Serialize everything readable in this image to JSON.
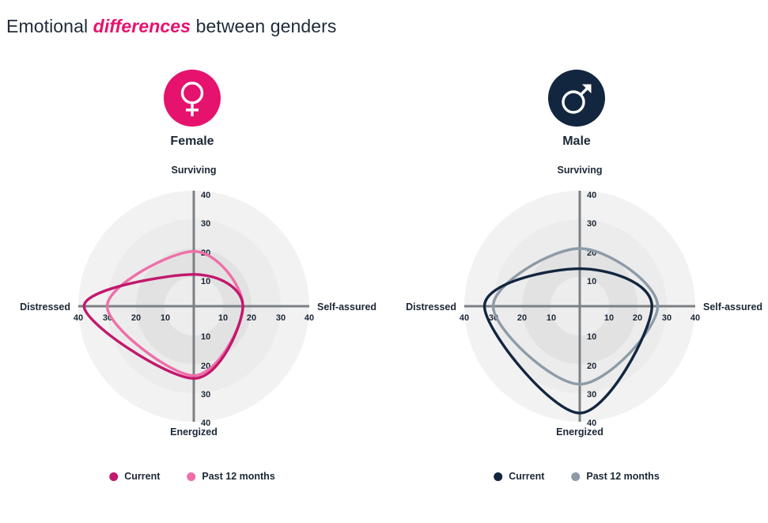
{
  "title": {
    "before": "Emotional ",
    "accent": "differences",
    "after": " between genders",
    "accent_color": "#E5136E"
  },
  "panels": [
    {
      "key": "female",
      "gender_label": "Female",
      "badge_icon": "venus-icon",
      "badge_color": "#E5136E",
      "legend": [
        {
          "label": "Current",
          "color": "#C2186D"
        },
        {
          "label": "Past 12 months",
          "color": "#EE6FA8"
        }
      ]
    },
    {
      "key": "male",
      "gender_label": "Male",
      "badge_icon": "mars-icon",
      "badge_color": "#12263F",
      "legend": [
        {
          "label": "Current",
          "color": "#12263F"
        },
        {
          "label": "Past 12 months",
          "color": "#8D9BA8"
        }
      ]
    }
  ],
  "chart_data": [
    {
      "type": "radar",
      "title": "Female",
      "axes": [
        "Surviving",
        "Self-assured",
        "Energized",
        "Distressed"
      ],
      "axis_angles_deg": [
        90,
        0,
        270,
        180
      ],
      "tick_values": [
        10,
        20,
        30,
        40
      ],
      "rlim": [
        0,
        40
      ],
      "grid": "concentric-rings",
      "legend_position": "bottom",
      "series": [
        {
          "name": "Current",
          "color": "#C2186D",
          "values": [
            11,
            17,
            25,
            38
          ]
        },
        {
          "name": "Past 12 months",
          "color": "#EE6FA8",
          "values": [
            19,
            17,
            24,
            30
          ]
        }
      ]
    },
    {
      "type": "radar",
      "title": "Male",
      "axes": [
        "Surviving",
        "Self-assured",
        "Energized",
        "Distressed"
      ],
      "axis_angles_deg": [
        90,
        0,
        270,
        180
      ],
      "tick_values": [
        10,
        20,
        30,
        40
      ],
      "rlim": [
        0,
        40
      ],
      "grid": "concentric-rings",
      "legend_position": "bottom",
      "series": [
        {
          "name": "Current",
          "color": "#12263F",
          "values": [
            13,
            25,
            37,
            33
          ]
        },
        {
          "name": "Past 12 months",
          "color": "#8D9BA8",
          "values": [
            20,
            27,
            27,
            30
          ]
        }
      ]
    }
  ]
}
